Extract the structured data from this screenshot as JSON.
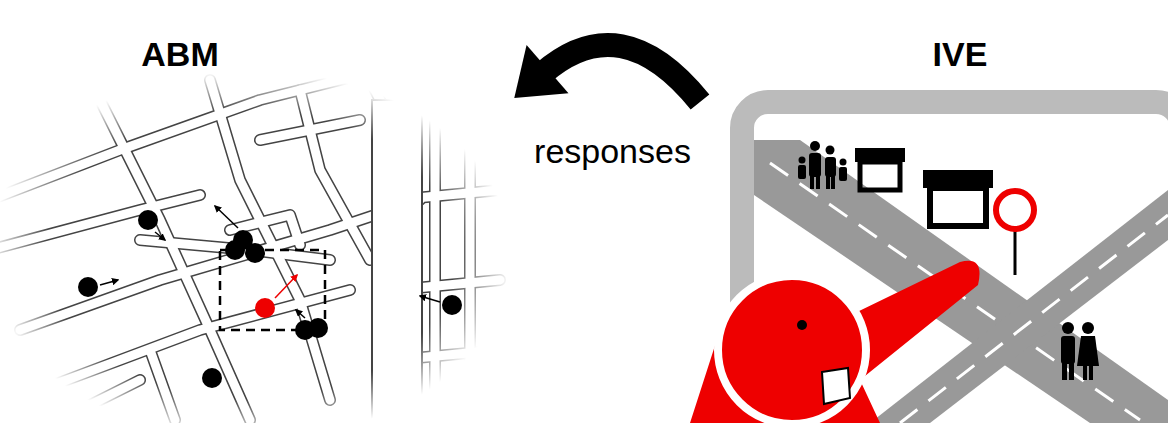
{
  "diagram": {
    "nodes": [
      {
        "text": [
          "ABM"
        ]
      },
      {
        "text": [
          "IVE"
        ]
      }
    ],
    "edges": [
      {
        "from": 1,
        "to": 0,
        "label": "responses",
        "arrow": "to"
      }
    ]
  }
}
